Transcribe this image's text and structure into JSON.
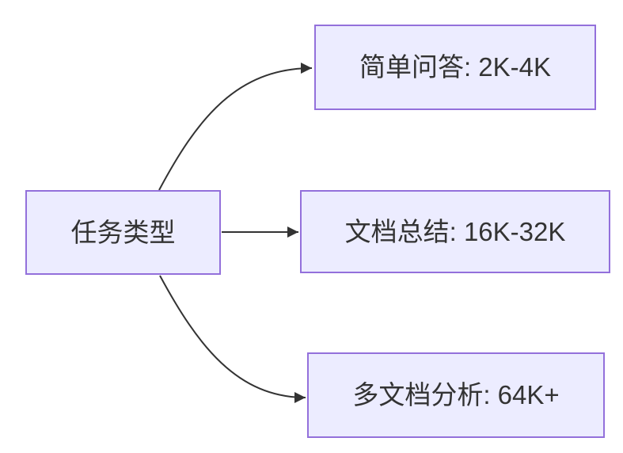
{
  "diagram": {
    "type": "flowchart-left-to-right",
    "colors": {
      "background": "#ffffff",
      "node_fill": "#ECECFF",
      "node_border": "#9370DB",
      "node_text": "#333333",
      "edge_stroke": "#333333"
    },
    "source_node": {
      "label": "任务类型"
    },
    "target_nodes": [
      {
        "label": "简单问答: 2K-4K"
      },
      {
        "label": "文档总结: 16K-32K"
      },
      {
        "label": "多文档分析: 64K+"
      }
    ],
    "edges": [
      {
        "from": "任务类型",
        "to": "简单问答: 2K-4K"
      },
      {
        "from": "任务类型",
        "to": "文档总结: 16K-32K"
      },
      {
        "from": "任务类型",
        "to": "多文档分析: 64K+"
      }
    ]
  }
}
